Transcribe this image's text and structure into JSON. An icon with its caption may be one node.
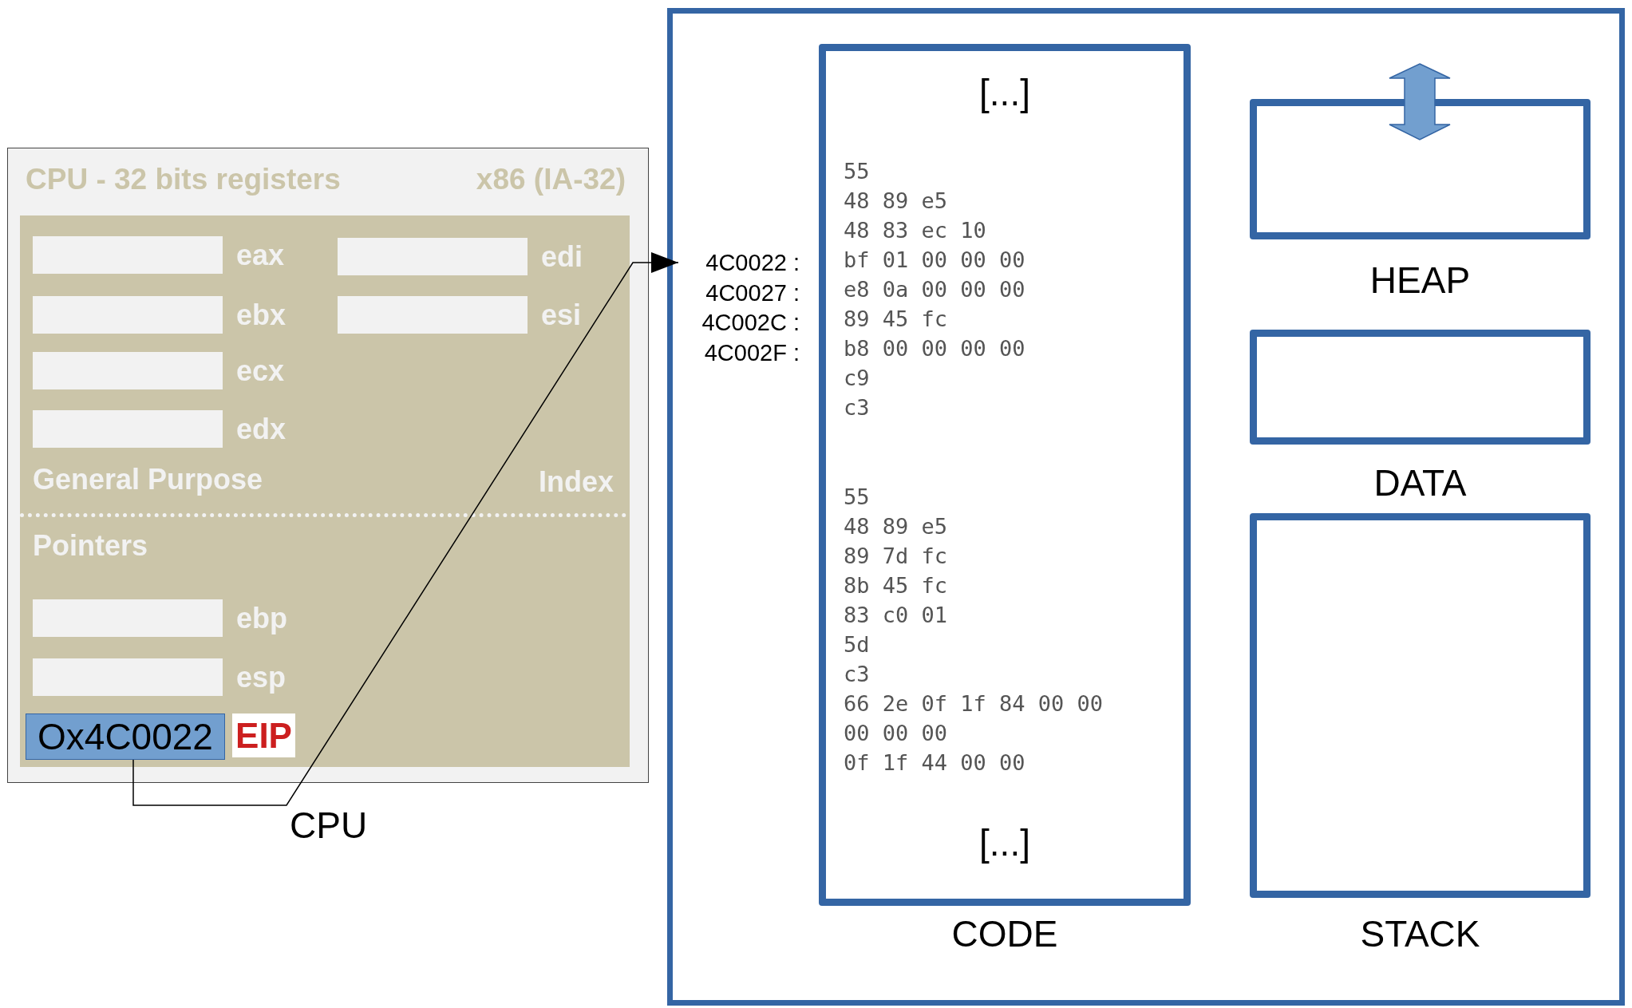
{
  "diagram": {
    "nodes": [
      {
        "text": [
          "CPU - 32 bits registers",
          "x86 (IA-32)"
        ],
        "beside": [
          "CPU"
        ]
      },
      {
        "text": [
          "General Purpose",
          "Index",
          "Pointers"
        ],
        "in": 0
      },
      {
        "text": [
          "eax"
        ],
        "in": 1
      },
      {
        "text": [
          "edi"
        ],
        "in": 1
      },
      {
        "text": [
          "ebx"
        ],
        "in": 1
      },
      {
        "text": [
          "esi"
        ],
        "in": 1
      },
      {
        "text": [
          "ecx"
        ],
        "in": 1
      },
      {
        "text": [
          "edx"
        ],
        "in": 1
      },
      {
        "text": [
          "ebp"
        ],
        "in": 1
      },
      {
        "text": [
          "esp"
        ],
        "in": 1
      },
      {
        "text": [
          "Ox4C0022",
          "EIP"
        ],
        "in": 1
      },
      {
        "text": [],
        "shape": "box"
      },
      {
        "text": [
          "4C0022 :"
        ],
        "in": 11
      },
      {
        "text": [
          "[...]",
          "55",
          "48 89 e5",
          "48 83 ec 10",
          "bf 01 00 00 00",
          "e8 0a 00 00 00",
          "89 45 fc",
          "b8 00 00 00 00",
          "c9",
          "c3",
          "55",
          "48 89 e5",
          "89 7d fc",
          "8b 45 fc",
          "83 c0 01",
          "5d",
          "c3",
          "66 2e 0f 1f 84 00 00 00 00 00",
          "0f 1f 44 00 00",
          "[...]",
          "CODE"
        ],
        "in": 11
      },
      {
        "text": [
          "HEAP"
        ],
        "in": 11
      },
      {
        "text": [
          "DATA"
        ],
        "in": 11
      },
      {
        "text": [
          "STACK"
        ],
        "in": 11
      }
    ],
    "edges": [
      {
        "from": 10,
        "to": 12,
        "arrow": "to"
      }
    ],
    "labels": [
      "4C0027 :",
      "4C002C :",
      "4C002F :"
    ]
  }
}
